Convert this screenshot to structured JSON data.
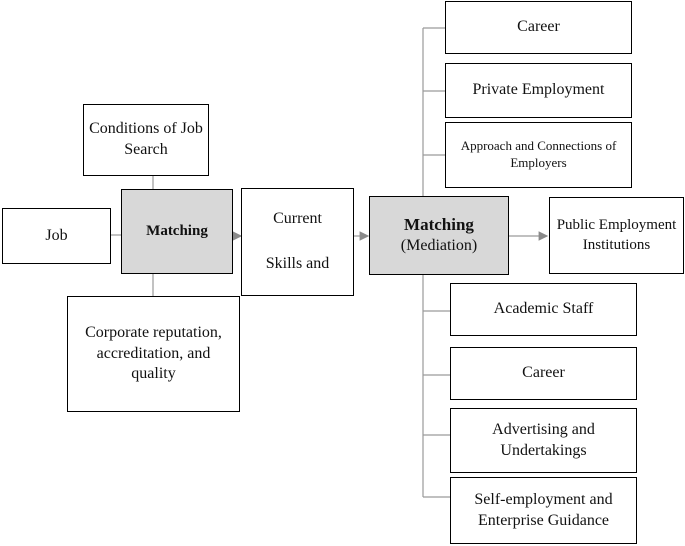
{
  "diagram": {
    "left": {
      "job": "Job",
      "matching": "Matching",
      "conditions": "Conditions of Job Search",
      "corporate": "Corporate reputation, accreditation, and quality",
      "current_line1": "Current",
      "current_line2": "Skills and"
    },
    "center": {
      "matching_title": "Matching",
      "matching_sub": "(Mediation)"
    },
    "right": {
      "career_top": "Career",
      "private_employment": "Private Employment",
      "approach": "Approach and Connections of Employers",
      "public_employment": "Public Employment Institutions",
      "academic_staff": "Academic Staff",
      "career_bottom": "Career",
      "advertising": "Advertising and Undertakings",
      "self_employment": "Self-employment and Enterprise Guidance"
    }
  },
  "colors": {
    "shaded_box": "#d8d8d8",
    "connector": "#9a9a9a"
  }
}
